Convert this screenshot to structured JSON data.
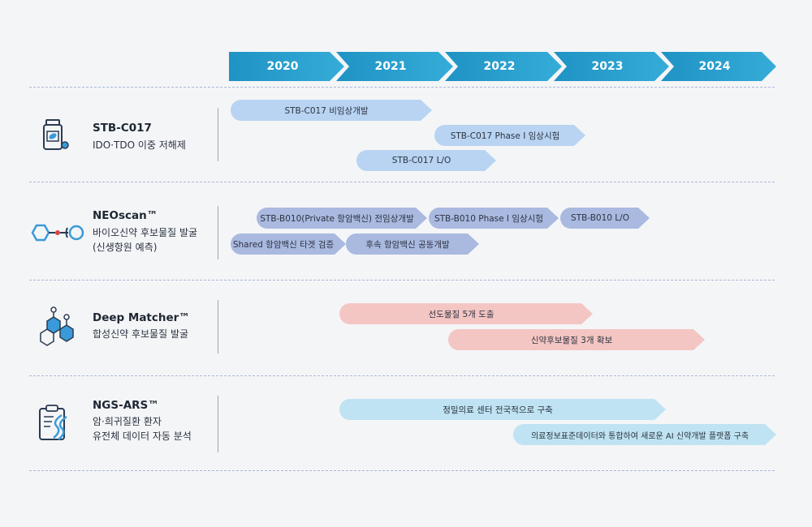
{
  "timeline": {
    "years": [
      "2020",
      "2021",
      "2022",
      "2023",
      "2024"
    ]
  },
  "rows": [
    {
      "title": "STB-C017",
      "subtitle": [
        "IDO·TDO 이중 저해제"
      ],
      "bars": [
        "STB-C017 비임상개발",
        "STB-C017 Phase I 임상시험",
        "STB-C017 L/O"
      ]
    },
    {
      "title": "NEOscan™",
      "subtitle": [
        "바이오신약 후보물질 발굴",
        "(신생항원 예측)"
      ],
      "bars": [
        "STB-B010(Private 항암백신) 전임상개발",
        "STB-B010 Phase I 임상시험",
        "STB-B010 L/O",
        "Shared 항암백신 타겟 검증",
        "후속  항암백신 공동개발"
      ]
    },
    {
      "title": "Deep Matcher™",
      "subtitle": [
        "합성신약 후보물질 발굴"
      ],
      "bars": [
        "선도물질  5개 도출",
        "신약후보물질 3개 확보"
      ]
    },
    {
      "title": "NGS-ARS™",
      "subtitle": [
        "암·희귀질환 환자",
        "유전체 데이터 자동 분석"
      ],
      "bars": [
        "정밀의료 센터 전국적으로 구축",
        "의료정보표준데이터와 통합하여 새로운 AI 신약개발 플랫폼 구축"
      ]
    }
  ],
  "colors": {
    "header": "#2a9fcc",
    "blue": "#b8d4f2",
    "periwinkle": "#a9b9e0",
    "pink": "#f4c6c3",
    "cyan": "#bfe3f2"
  }
}
